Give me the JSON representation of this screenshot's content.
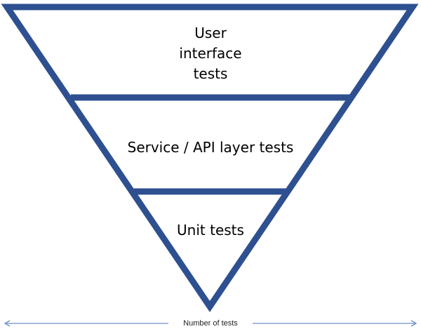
{
  "diagram": {
    "tiers": [
      {
        "lines": [
          "User",
          "interface",
          "tests"
        ]
      },
      {
        "lines": [
          "Service / API layer tests"
        ]
      },
      {
        "lines": [
          "Unit tests"
        ]
      }
    ],
    "axis_label": "Number of tests"
  },
  "style": {
    "outline_color": "#2e5090",
    "arrow_color": "#6f8fc7",
    "text_color": "#000000",
    "background": "#ffffff"
  }
}
